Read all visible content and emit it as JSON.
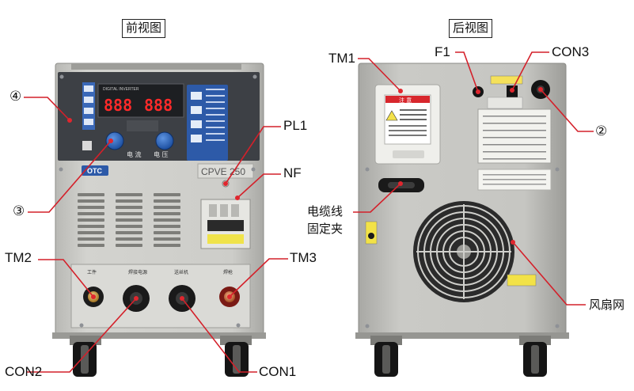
{
  "views": {
    "front_title": "前视图",
    "rear_title": "后视图"
  },
  "front_panel": {
    "display_header": "DIGITAL INVERTER",
    "display_left": "888",
    "display_right": "888",
    "knob_left_label": "电 流",
    "knob_right_label": "电 压",
    "brand": "OTC",
    "model": "CPVE 250",
    "output_labels": [
      "工件",
      "焊接电源",
      "送丝机",
      "焊枪"
    ]
  },
  "rear_panel": {
    "warning_title": "注 意"
  },
  "callouts": {
    "c4": "④",
    "c3": "③",
    "tm2": "TM2",
    "con2": "CON2",
    "con1": "CON1",
    "tm3": "TM3",
    "pl1": "PL1",
    "nf": "NF",
    "tm1": "TM1",
    "f1": "F1",
    "con3": "CON3",
    "c2": "②",
    "cable_clamp_line1": "电缆线",
    "cable_clamp_line2": "固定夹",
    "fan_guard": "风扇网"
  },
  "colors": {
    "cabinet": "#c7c7c3",
    "panel_dark": "#3d4045",
    "display_red": "#ff2a2a",
    "knob_blue": "#1e5fb8",
    "leader_red": "#d4202a",
    "dot_red": "#e0262e",
    "terminal_red": "#b32a22"
  }
}
